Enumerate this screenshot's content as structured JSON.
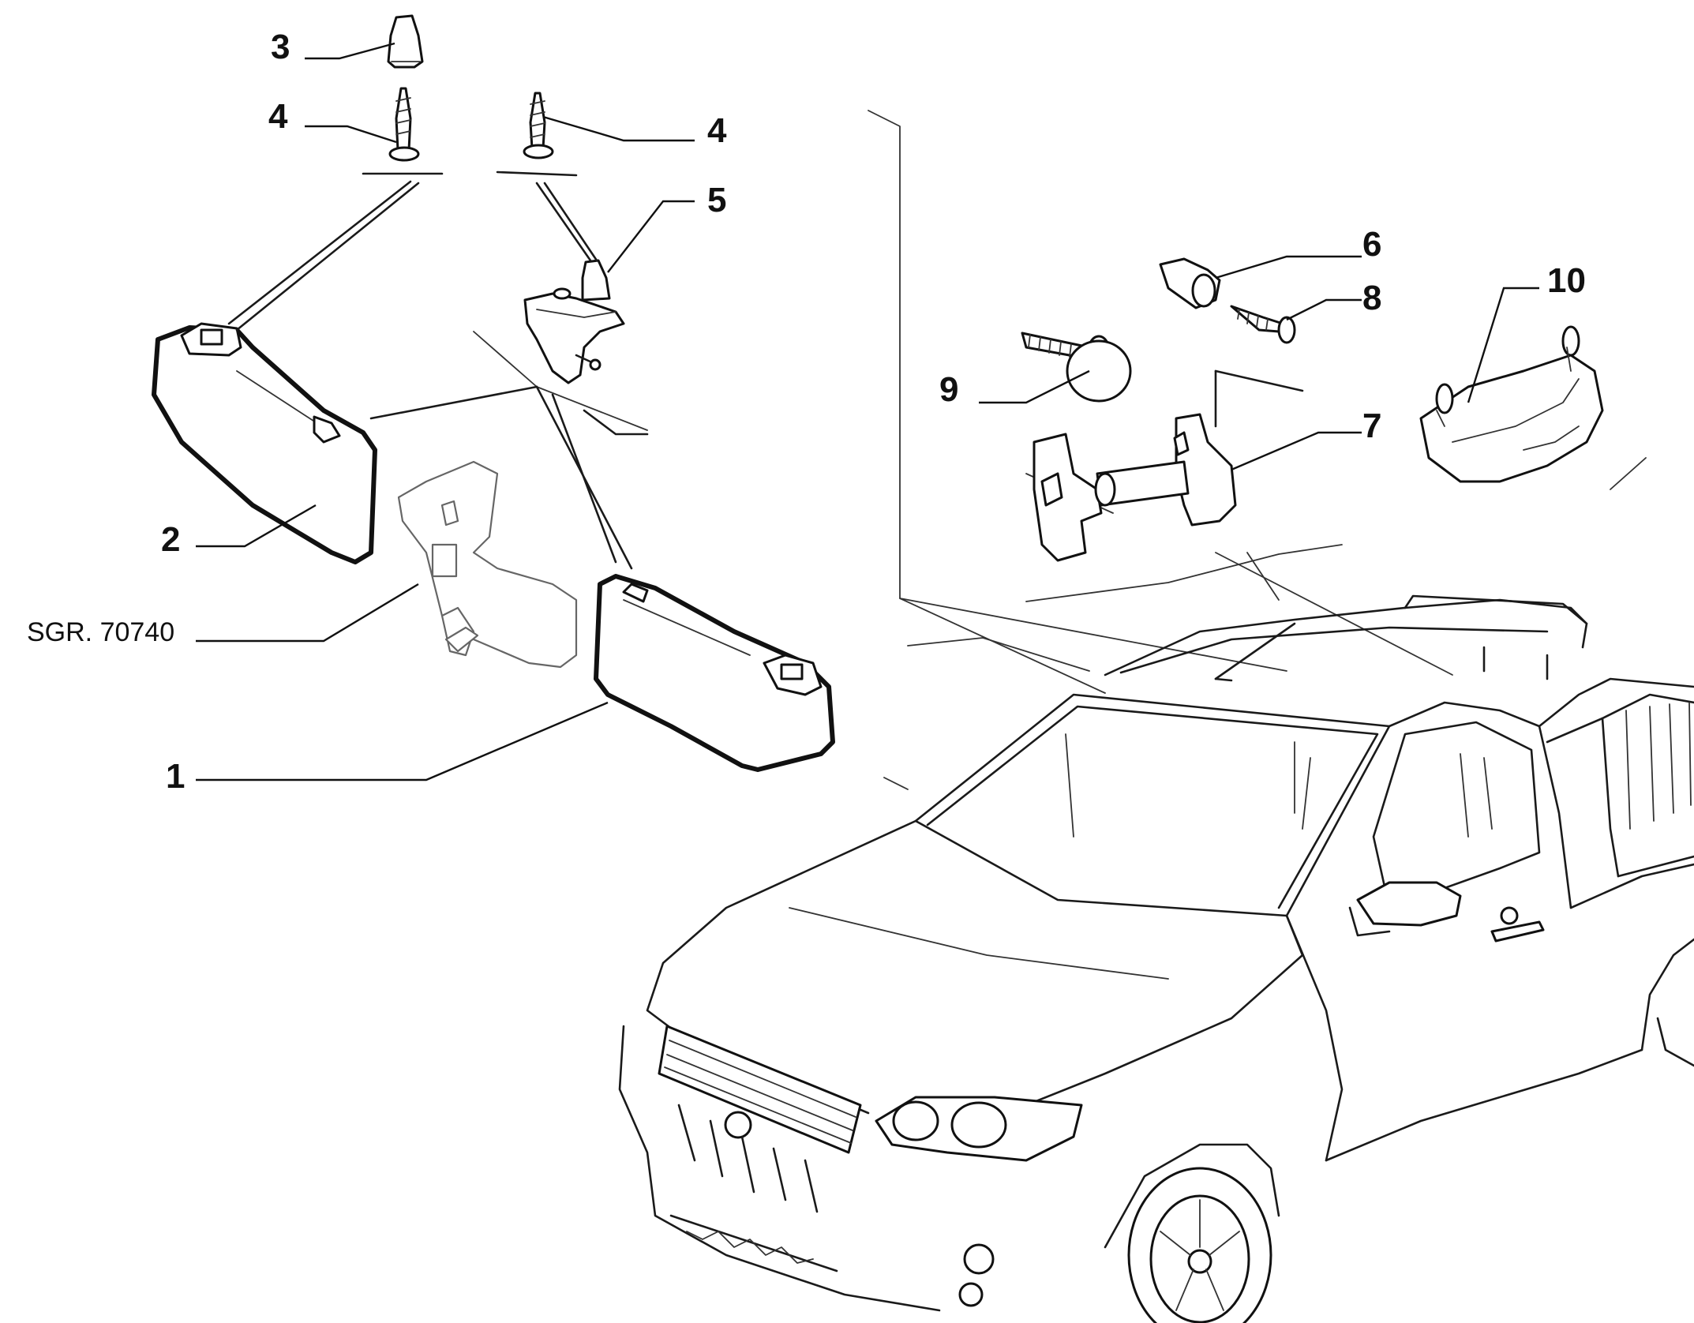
{
  "diagram": {
    "callouts": {
      "c1": "1",
      "c2": "2",
      "c3": "3",
      "c4a": "4",
      "c4b": "4",
      "c5": "5",
      "c6": "6",
      "c7": "7",
      "c8": "8",
      "c9": "9",
      "c10": "10"
    },
    "reference_label": "SGR. 70740"
  },
  "colors": {
    "line": "#111111",
    "background": "#ffffff"
  }
}
